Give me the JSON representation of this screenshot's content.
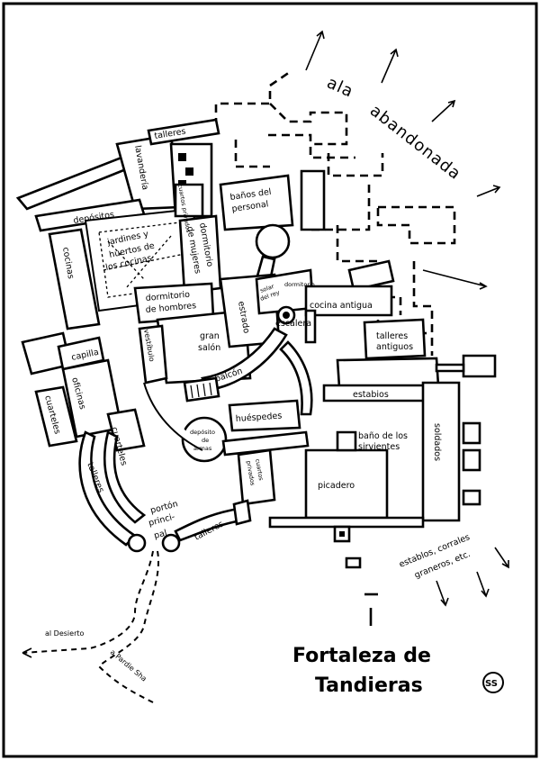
{
  "map": {
    "title": {
      "line1": "Fortaleza de",
      "line2": "Tandieras"
    },
    "badge": "SS",
    "region_label": {
      "word1": "ala",
      "word2": "abandonada"
    },
    "rooms": {
      "talleres_top": "talleres",
      "lavanderia": "lavandería",
      "depositos": "depósitos",
      "cuartos_privados": "cuartos privados",
      "cocinas": "cocinas",
      "jardines": [
        "jardines y",
        "huertos de",
        "los cocinas"
      ],
      "dormitorio_mujeres": [
        "dormitorio",
        "de mujeres"
      ],
      "banos_personal": [
        "baños del",
        "personal"
      ],
      "dormitorio_hombres": [
        "dormitorio",
        "de hombres"
      ],
      "gran_salon": [
        "gran",
        "salón"
      ],
      "estrado": "estrado",
      "solar": [
        "solar",
        "del rey"
      ],
      "dormitorio_small": "dormitorio",
      "cocina_antigua": "cocina antigua",
      "escalera": "escalera",
      "capilla": "capilla",
      "vestibulo": "vestíbulo",
      "balcon": "balcón",
      "talleres_antiguos": [
        "talleres",
        "antiguos"
      ],
      "oficinas": "oficinas",
      "cuarteles_left": "cuarteles",
      "estabios": "estabios",
      "huespedes": "huéspedes",
      "deposito_armas": [
        "depósito",
        "de",
        "armas"
      ],
      "bano_sirvientes": [
        "baño de los",
        "sirvientes"
      ],
      "cuarteles_mid": "cuarteles",
      "talleres_gate": "talleres",
      "cuartos_privados_lower": [
        "cuartos",
        "privados"
      ],
      "picadero": "picadero",
      "soldados": "soldados",
      "porton": [
        "portón",
        "princi-",
        "pal"
      ],
      "talleres_south": "talleres",
      "establos_corrales": [
        "establos, corrales",
        "graneros, etc."
      ]
    },
    "roads": {
      "al_desierto": "al Desierto",
      "a_pardie_sha": "a Pardie Sha"
    }
  }
}
